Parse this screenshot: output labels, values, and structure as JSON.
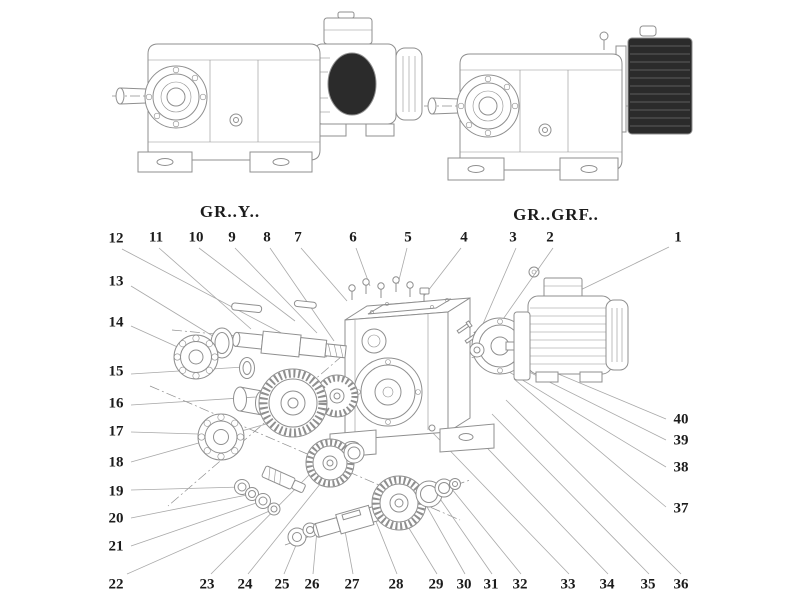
{
  "titles": {
    "variant_left": "GR..Y..",
    "variant_right": "GR..GRF.."
  },
  "callouts": [
    "1",
    "2",
    "3",
    "4",
    "5",
    "6",
    "7",
    "8",
    "9",
    "10",
    "11",
    "12",
    "13",
    "14",
    "15",
    "16",
    "17",
    "18",
    "19",
    "20",
    "21",
    "22",
    "23",
    "24",
    "25",
    "26",
    "27",
    "28",
    "29",
    "30",
    "31",
    "32",
    "33",
    "34",
    "35",
    "36",
    "37",
    "38",
    "39",
    "40"
  ],
  "colors": {
    "background": "#ffffff",
    "line_art": "#8f8f8f",
    "dark_fill": "#2b2b2b",
    "text": "#1c1c1c",
    "leader_line": "#a8a8a8"
  }
}
